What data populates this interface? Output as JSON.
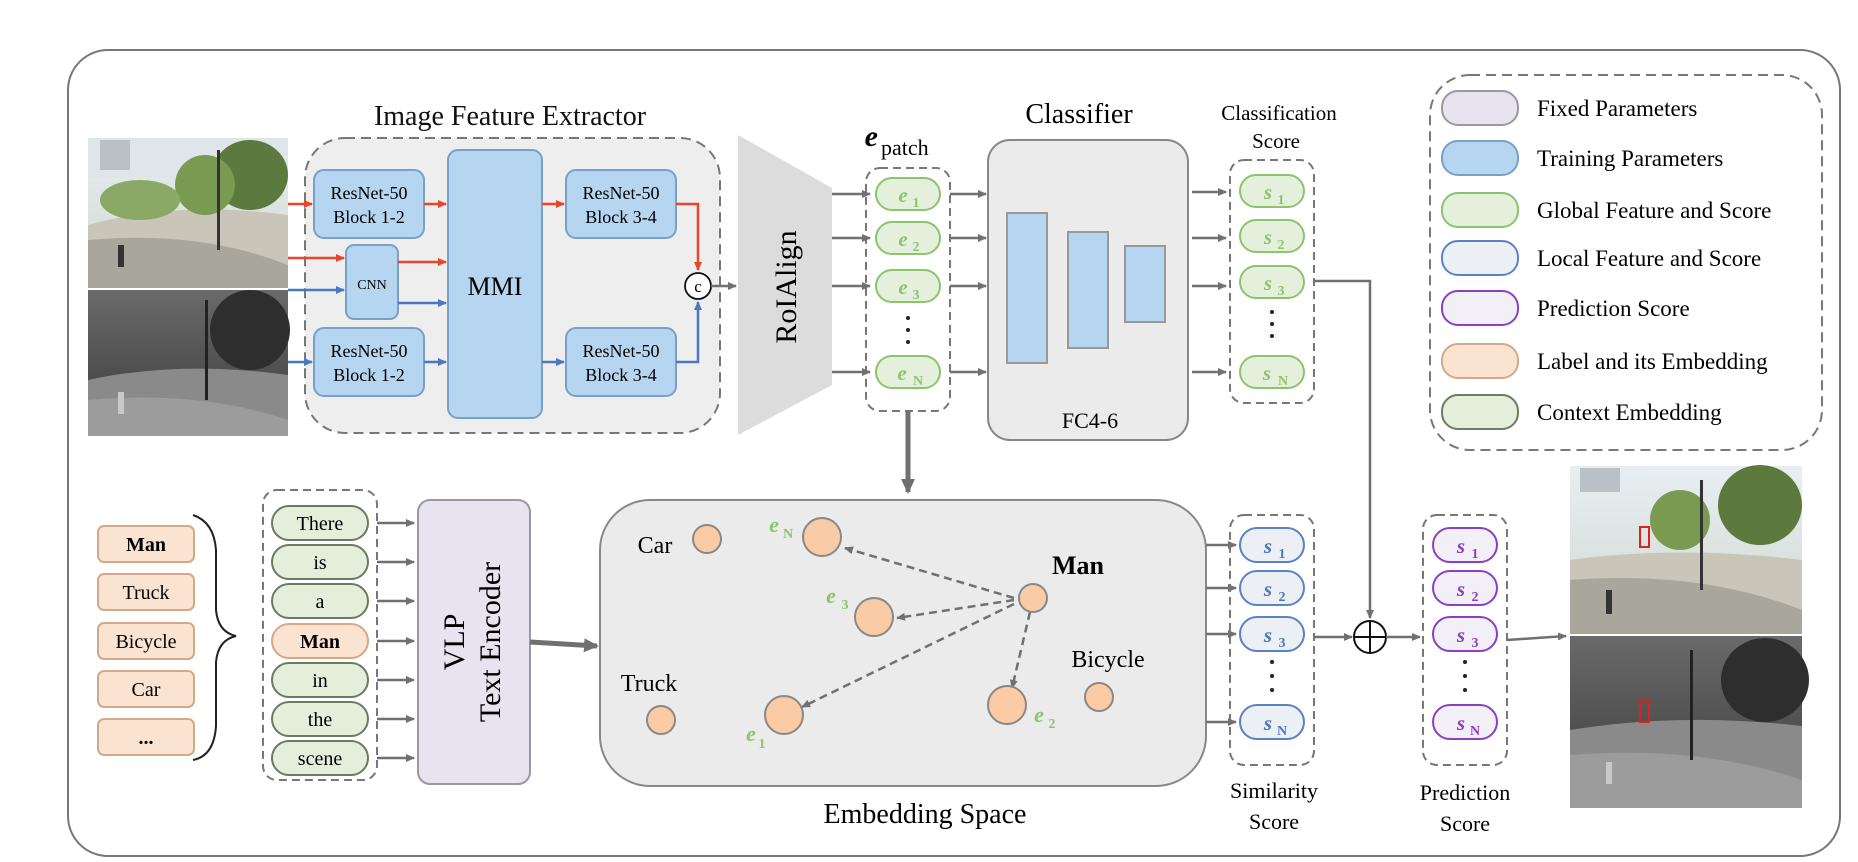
{
  "extractor": {
    "title": "Image Feature Extractor",
    "resnet_top_left": [
      "ResNet-50",
      "Block 1-2"
    ],
    "resnet_top_right": [
      "ResNet-50",
      "Block 3-4"
    ],
    "resnet_bottom_left": [
      "ResNet-50",
      "Block 1-2"
    ],
    "resnet_bottom_right": [
      "ResNet-50",
      "Block 3-4"
    ],
    "cnn": "CNN",
    "mmi": "MMI",
    "concat": "c"
  },
  "roialign": "RoIAlign",
  "patch": {
    "title_main": "e",
    "title_sub": "patch",
    "items": [
      {
        "main": "e",
        "sub": "1"
      },
      {
        "main": "e",
        "sub": "2"
      },
      {
        "main": "e",
        "sub": "3"
      },
      {
        "main": "e",
        "sub": "N"
      }
    ]
  },
  "classifier": {
    "title": "Classifier",
    "label": "FC4-6"
  },
  "classification_score": {
    "title": [
      "Classification",
      "Score"
    ],
    "items": [
      {
        "main": "s",
        "sub": "1"
      },
      {
        "main": "s",
        "sub": "2"
      },
      {
        "main": "s",
        "sub": "3"
      },
      {
        "main": "s",
        "sub": "N"
      }
    ]
  },
  "legend": {
    "items": [
      {
        "label": "Fixed Parameters",
        "fill": "#e8e4ef",
        "stroke": "#9a98a6"
      },
      {
        "label": "Training Parameters",
        "fill": "#b5d5f0",
        "stroke": "#7aa0c6"
      },
      {
        "label": "Global Feature and Score",
        "fill": "#e4f0dc",
        "stroke": "#8cc46c"
      },
      {
        "label": "Local Feature and Score",
        "fill": "#eceff3",
        "stroke": "#5b82c6"
      },
      {
        "label": "Prediction Score",
        "fill": "#f2eff7",
        "stroke": "#8a3fc4"
      },
      {
        "label": "Label and its Embedding",
        "fill": "#fbe3d1",
        "stroke": "#d4a987"
      },
      {
        "label": "Context Embedding",
        "fill": "#e4eedb",
        "stroke": "#6b7a60"
      }
    ]
  },
  "labels": [
    "Man",
    "Truck",
    "Bicycle",
    "Car",
    "..."
  ],
  "prompt_tokens": [
    "There",
    "is",
    "a",
    "Man",
    "in",
    "the",
    "scene"
  ],
  "text_encoder": [
    "VLP",
    "Text Encoder"
  ],
  "embedding_space": {
    "title": "Embedding Space",
    "car": "Car",
    "man": "Man",
    "truck": "Truck",
    "bicycle": "Bicycle",
    "points": [
      {
        "main": "e",
        "sub": "N"
      },
      {
        "main": "e",
        "sub": "3"
      },
      {
        "main": "e",
        "sub": "1"
      },
      {
        "main": "e",
        "sub": "2"
      }
    ]
  },
  "similarity_score": {
    "title": [
      "Similarity",
      "Score"
    ],
    "items": [
      {
        "main": "s",
        "sub": "1"
      },
      {
        "main": "s",
        "sub": "2"
      },
      {
        "main": "s",
        "sub": "3"
      },
      {
        "main": "s",
        "sub": "N"
      }
    ]
  },
  "prediction_score": {
    "title": [
      "Prediction",
      "Score"
    ],
    "items": [
      {
        "main": "s",
        "sub": "1"
      },
      {
        "main": "s",
        "sub": "2"
      },
      {
        "main": "s",
        "sub": "3"
      },
      {
        "main": "s",
        "sub": "N"
      }
    ]
  },
  "colors": {
    "rgb_arrow": "#e8452a",
    "ir_arrow": "#4a78c0",
    "gray_arrow": "#707070",
    "green_text": "#8cc46c",
    "blue_text": "#4a78c0",
    "purple_text": "#8a3fc4"
  }
}
